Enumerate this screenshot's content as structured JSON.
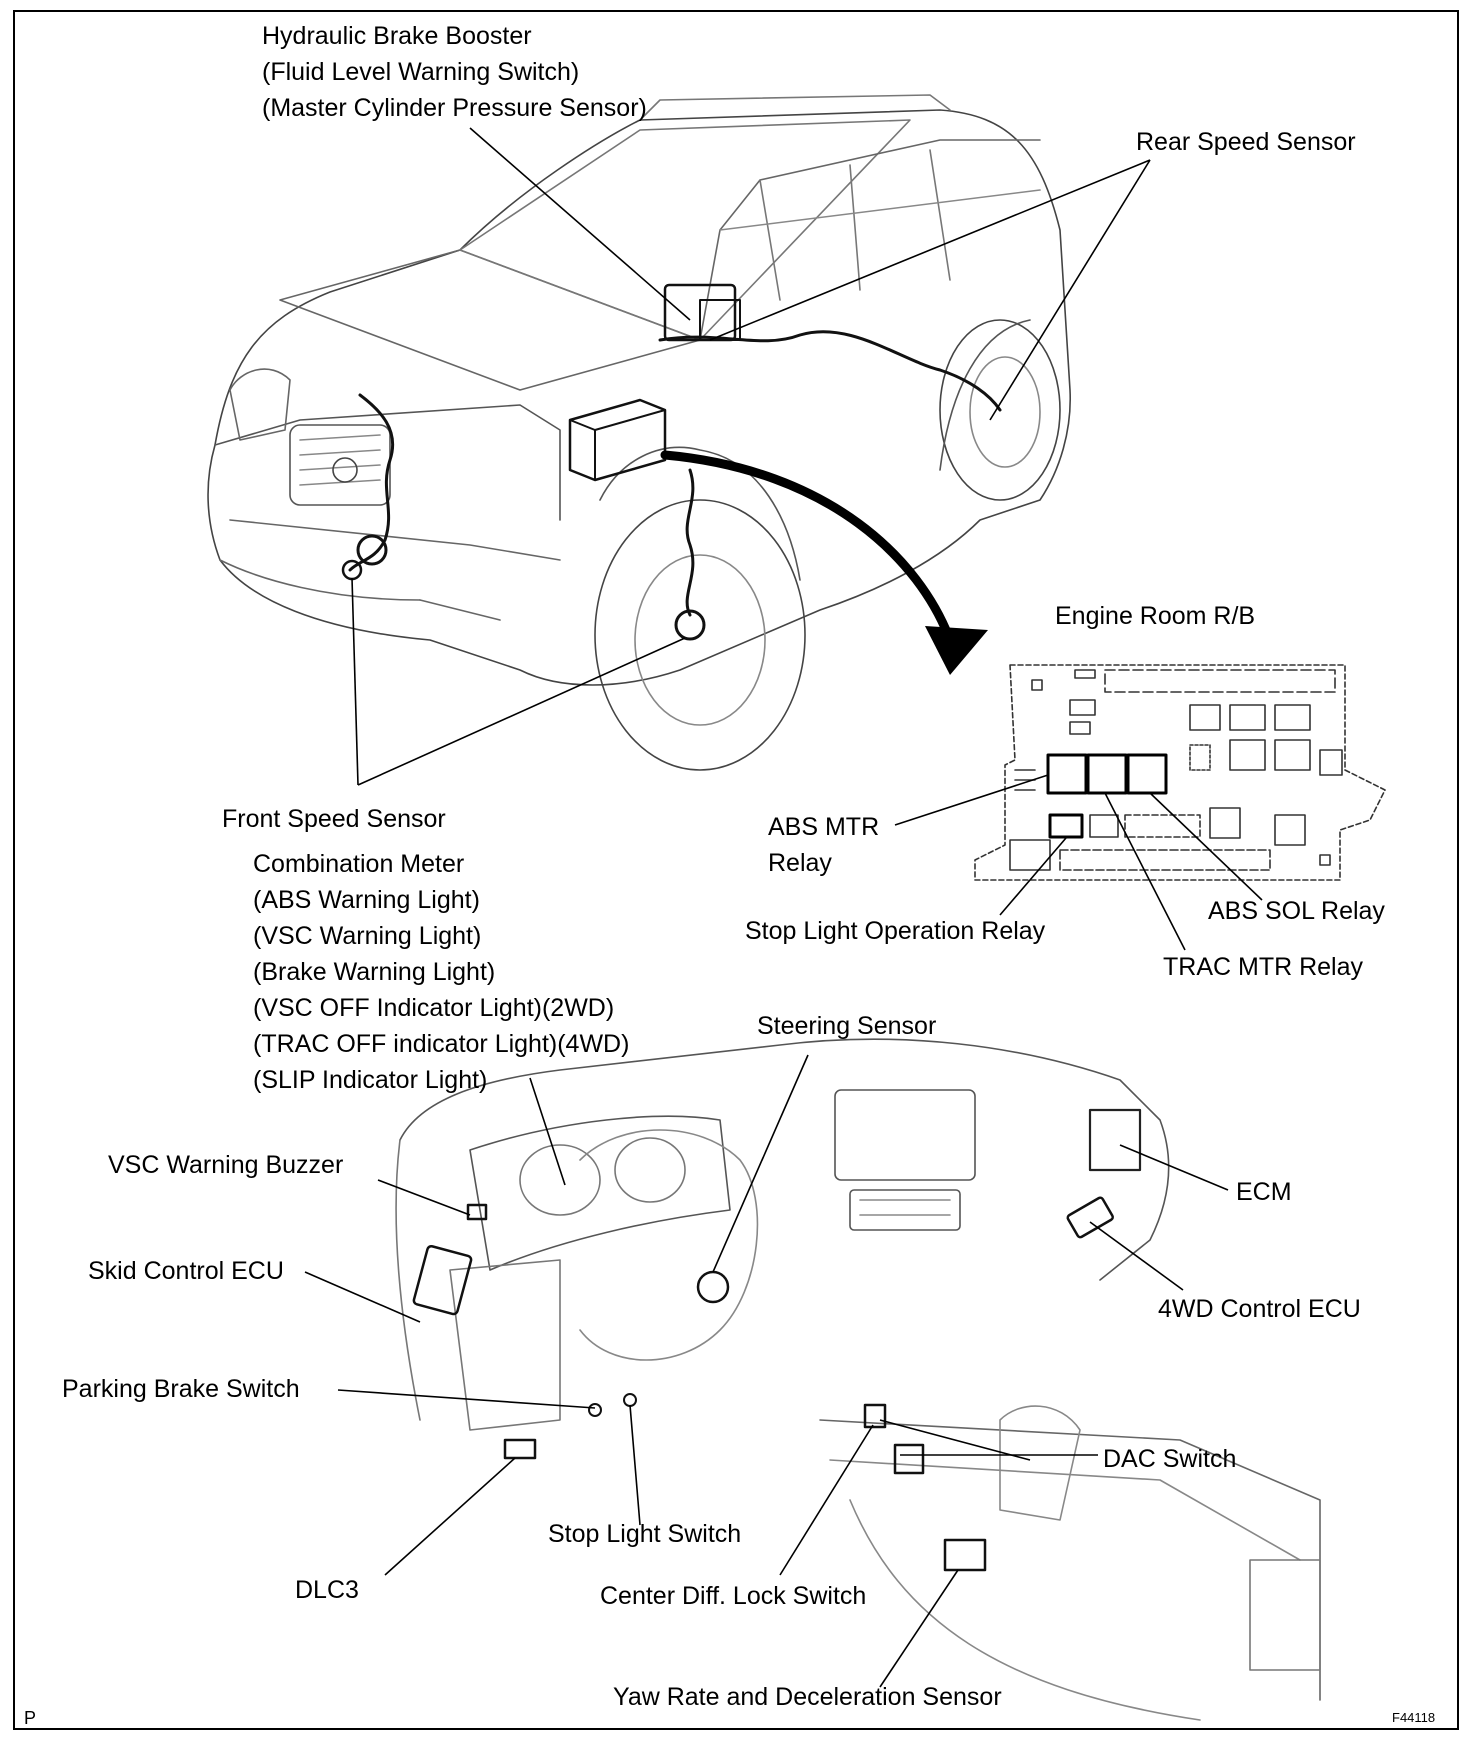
{
  "labels": {
    "hydraulic_brake_booster": "Hydraulic Brake Booster\n(Fluid Level Warning Switch)\n(Master Cylinder Pressure Sensor)",
    "rear_speed_sensor": "Rear Speed Sensor",
    "engine_room_rb": "Engine Room R/B",
    "front_speed_sensor": "Front Speed Sensor",
    "abs_mtr_relay": "ABS MTR\nRelay",
    "abs_sol_relay": "ABS SOL Relay",
    "stop_light_operation_relay": "Stop Light Operation Relay",
    "trac_mtr_relay": "TRAC MTR Relay",
    "combination_meter": "Combination Meter\n(ABS Warning Light)\n(VSC Warning Light)\n(Brake Warning Light)\n(VSC OFF Indicator Light)(2WD)\n(TRAC OFF indicator Light)(4WD)\n(SLIP Indicator Light)",
    "steering_sensor": "Steering Sensor",
    "vsc_warning_buzzer": "VSC Warning Buzzer",
    "ecm": "ECM",
    "skid_control_ecu": "Skid Control ECU",
    "fourwd_control_ecu": "4WD Control ECU",
    "parking_brake_switch": "Parking Brake Switch",
    "dac_switch": "DAC Switch",
    "stop_light_switch": "Stop Light Switch",
    "dlc3": "DLC3",
    "center_diff_lock_switch": "Center Diff. Lock Switch",
    "yaw_rate_sensor": "Yaw Rate and Deceleration Sensor"
  },
  "corner_left": "P",
  "figure_code": "F44118"
}
